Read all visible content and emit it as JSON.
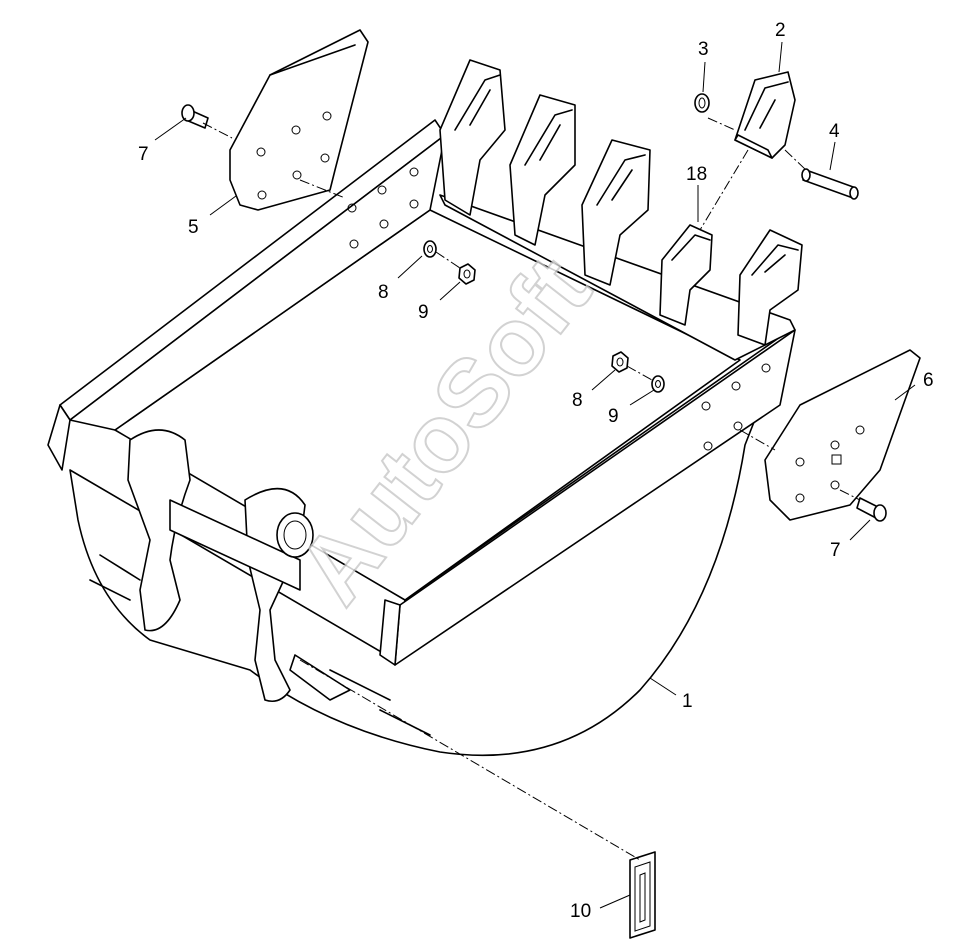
{
  "watermark": "AutoSoft",
  "callouts": {
    "c1": "1",
    "c2": "2",
    "c3": "3",
    "c4": "4",
    "c5": "5",
    "c6": "6",
    "c7a": "7",
    "c7b": "7",
    "c8a": "8",
    "c8b": "8",
    "c9a": "9",
    "c9b": "9",
    "c10": "10",
    "c18": "18"
  }
}
